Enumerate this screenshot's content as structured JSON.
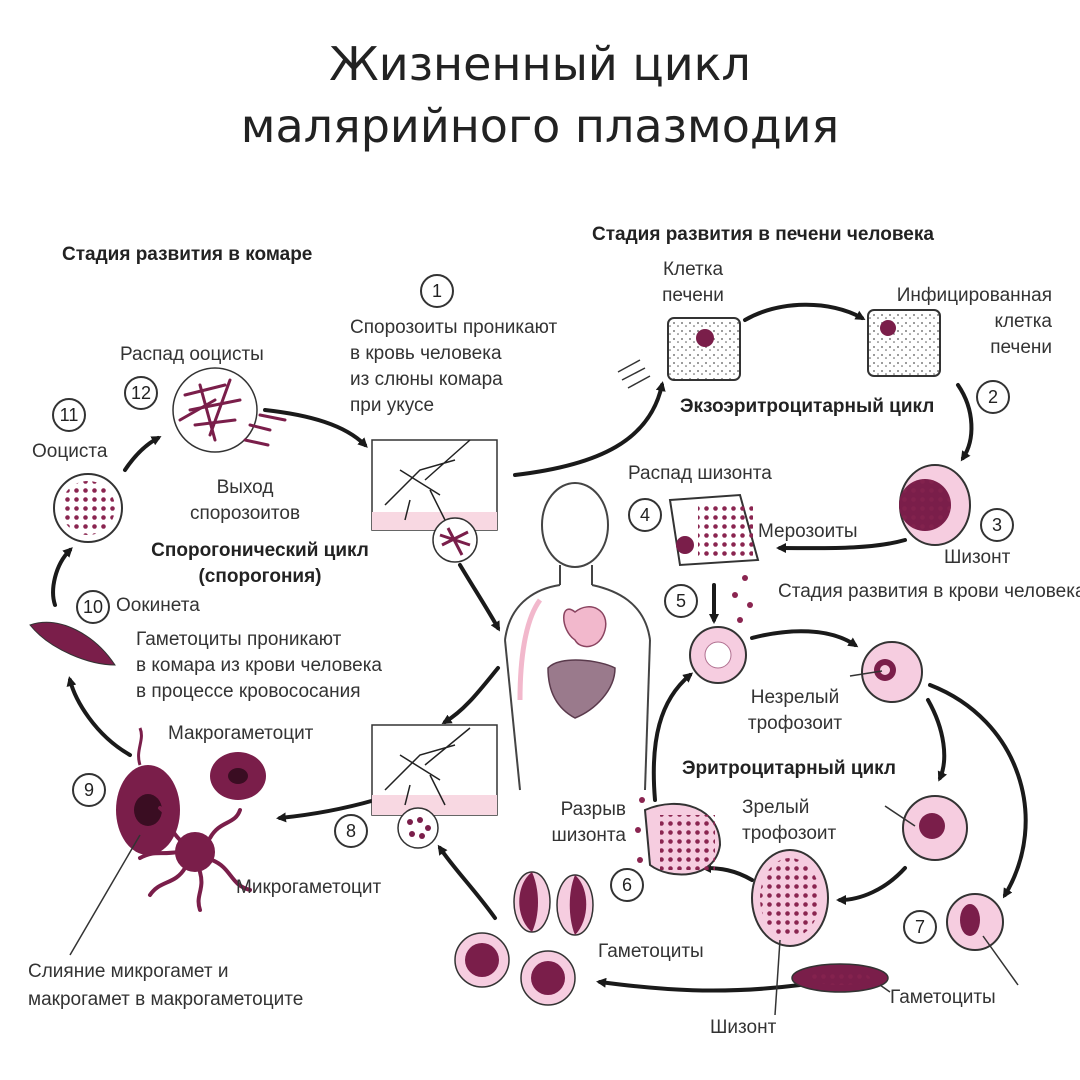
{
  "title": {
    "line1": "Жизненный цикл",
    "line2": "малярийного плазмодия"
  },
  "sections": {
    "mosquito_stage": "Стадия развития в комаре",
    "liver_stage": "Стадия развития в печени человека",
    "exoerythrocytic": "Экзоэритроцитарный цикл",
    "sporogonic_line1": "Спорогонический цикл",
    "sporogonic_line2": "(спорогония)",
    "blood_stage": "Стадия развития в крови человека",
    "erythrocytic": "Эритроцитарный цикл"
  },
  "numbers": [
    "1",
    "2",
    "3",
    "4",
    "5",
    "6",
    "7",
    "8",
    "9",
    "10",
    "11",
    "12"
  ],
  "labels": {
    "s1_line1": "Спорозоиты проникают",
    "s1_line2": "в кровь человека",
    "s1_line3": "из слюны комара",
    "s1_line4": "при укусе",
    "liver_cell_line1": "Клетка",
    "liver_cell_line2": "печени",
    "infected_line1": "Инфицированная",
    "infected_line2": "клетка",
    "infected_line3": "печени",
    "schizont": "Шизонт",
    "schizont_breakdown": "Распад шизонта",
    "merozoites": "Мерозоиты",
    "immature_line1": "Незрелый",
    "immature_line2": "трофозоит",
    "mature_line1": "Зрелый",
    "mature_line2": "трофозоит",
    "rupture_line1": "Разрыв",
    "rupture_line2": "шизонта",
    "gametocytes_left": "Гаметоциты",
    "gametocytes_right": "Гаметоциты",
    "schizont_bottom": "Шизонт",
    "oocyst_breakdown": "Распад ооцисты",
    "oocyst": "Ооциста",
    "exit_line1": "Выход",
    "exit_line2": "спорозоитов",
    "ookinete": "Оокинета",
    "gam_line1": "Гаметоциты проникают",
    "gam_line2": "в комара из крови человека",
    "gam_line3": "в процессе кровососания",
    "macrogametocyte": "Макрогаметоцит",
    "microgametocyte": "Микрогаметоцит",
    "fusion_line1": "Слияние микрогамет и",
    "fusion_line2": "макрогамет в макрогаметоците"
  },
  "colors": {
    "cell_fill": "#f6cde0",
    "nucleus": "#7a1e4a",
    "dot": "#8a2550",
    "organ_pink": "#f2b8cc",
    "liver_organ": "#9a7a8c",
    "line": "#1a1a1a"
  }
}
